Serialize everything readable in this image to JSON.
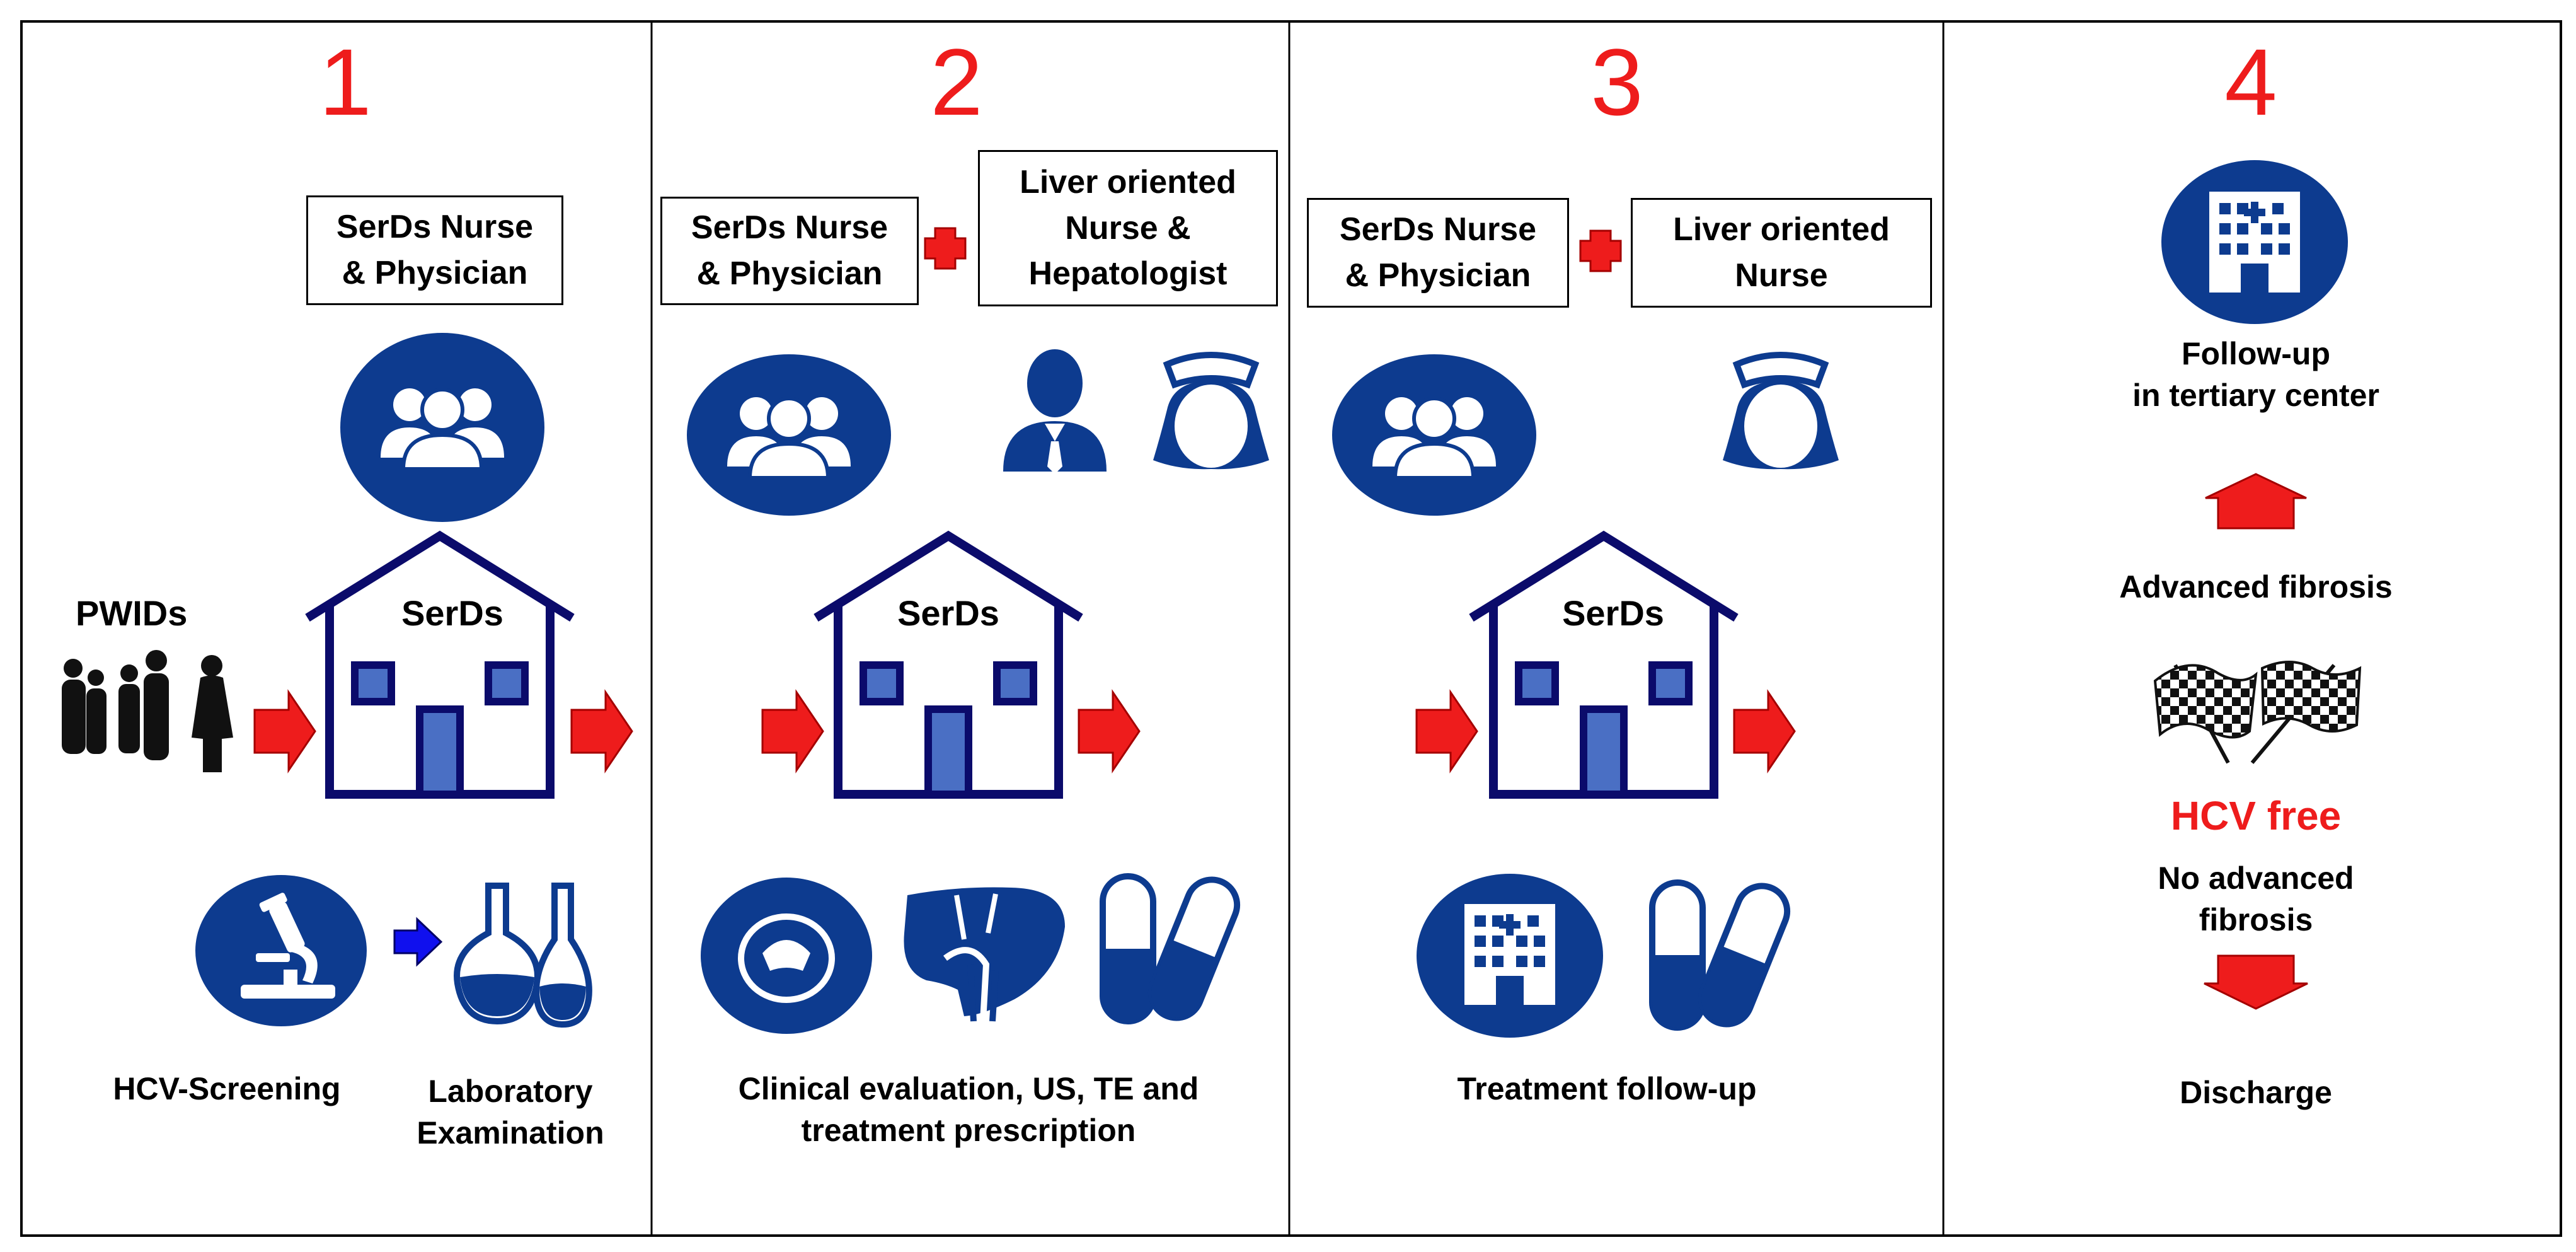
{
  "colors": {
    "navy": "#0d3b8f",
    "house": "#0b0b6b",
    "door": "#4a6fc4",
    "red": "#ee1c1c",
    "blue": "#1010ee"
  },
  "steps": [
    {
      "number": "1",
      "roles_box": "SerDs Nurse\n& Physician",
      "house_label": "SerDs",
      "population_label": "PWIDs",
      "bottom_labels": [
        "HCV-Screening",
        "Laboratory\nExamination"
      ],
      "icons": [
        "group-icon",
        "people-silhouettes-icon",
        "microscope-icon",
        "lab-flasks-icon"
      ]
    },
    {
      "number": "2",
      "roles_box": "SerDs Nurse\n& Physician",
      "roles_box_2": "Liver oriented\nNurse &\nHepatologist",
      "house_label": "SerDs",
      "bottom_label": "Clinical evaluation, US, TE and\ntreatment prescription",
      "icons": [
        "group-icon",
        "doctor-icon",
        "nurse-icon",
        "ultrasound-icon",
        "liver-icon",
        "pills-icon"
      ]
    },
    {
      "number": "3",
      "roles_box": "SerDs Nurse\n& Physician",
      "roles_box_2": "Liver oriented\nNurse",
      "house_label": "SerDs",
      "bottom_label": "Treatment follow-up",
      "icons": [
        "group-icon",
        "nurse-icon",
        "hospital-icon",
        "pills-icon"
      ]
    },
    {
      "number": "4",
      "followup_label": "Follow-up\nin tertiary  center",
      "advanced_label": "Advanced fibrosis",
      "hcv_free_label": "HCV free",
      "no_advanced_label": "No advanced\nfibrosis",
      "discharge_label": "Discharge",
      "icons": [
        "hospital-icon",
        "checkered-flags-icon",
        "up-arrow-icon",
        "down-arrow-icon"
      ]
    }
  ]
}
